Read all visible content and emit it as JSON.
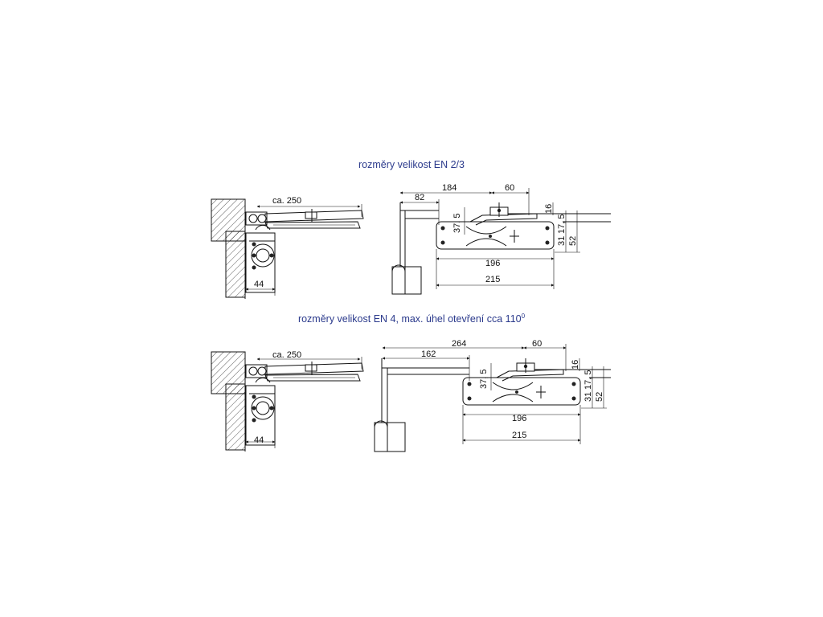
{
  "titles": {
    "en23": "rozměry velikost EN 2/3",
    "en4_main": "rozměry velikost EN 4, max. úhel otevření cca 110",
    "en4_sup": "0"
  },
  "dims": {
    "top": {
      "arm": "ca. 250",
      "width": "44",
      "d184": "184",
      "d60": "60",
      "d82": "82",
      "d37": "37, 5",
      "d16": "16",
      "d17": "17, 5",
      "d31": "31",
      "d52": "52",
      "d196": "196",
      "d215": "215"
    },
    "bottom": {
      "arm": "ca. 250",
      "width": "44",
      "d264": "264",
      "d60": "60",
      "d162": "162",
      "d37": "37, 5",
      "d16": "16",
      "d17": "17, 5",
      "d31": "31",
      "d52": "52",
      "d196": "196",
      "d215": "215"
    }
  },
  "colors": {
    "title": "#2b3a8c",
    "line": "#111111"
  }
}
